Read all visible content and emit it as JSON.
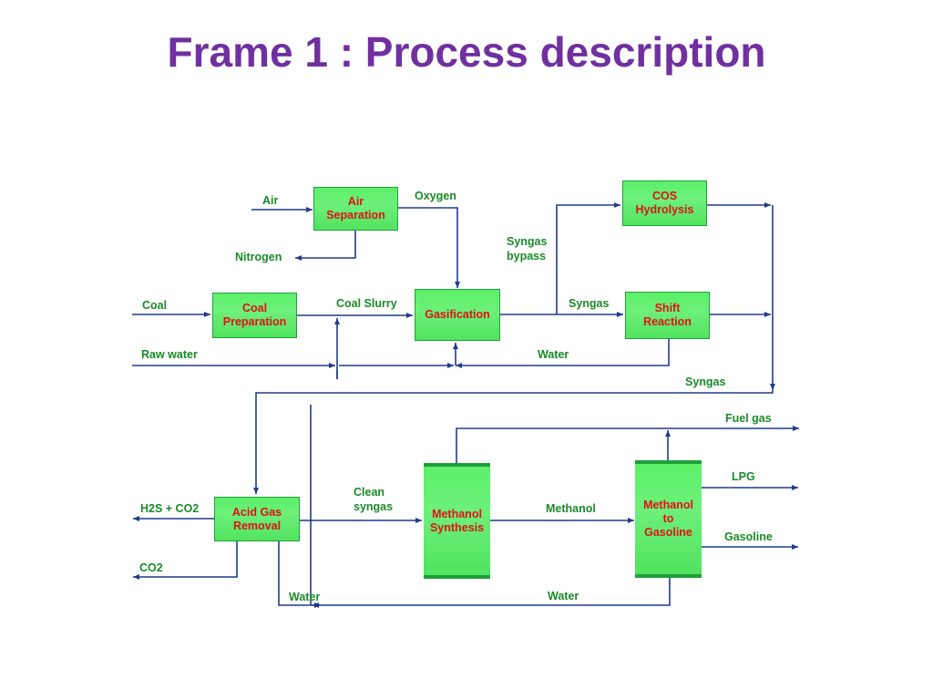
{
  "title": "Frame 1 : Process description",
  "colors": {
    "title": "#7030a0",
    "unit_fill": "#6df07a",
    "unit_text": "#e30f14",
    "stream_label": "#1a8a28",
    "flow_line": "#1f3c88"
  },
  "units": {
    "air_separation": "Air\nSeparation",
    "coal_preparation": "Coal\nPreparation",
    "gasification": "Gasification",
    "cos_hydrolysis": "COS\nHydrolysis",
    "shift_reaction": "Shift\nReaction",
    "acid_gas_removal": "Acid Gas\nRemoval",
    "methanol_synthesis": "Methanol\nSynthesis",
    "methanol_to_gasoline": "Methanol\nto\nGasoline"
  },
  "streams": {
    "air": "Air",
    "oxygen": "Oxygen",
    "nitrogen": "Nitrogen",
    "coal": "Coal",
    "coal_slurry": "Coal Slurry",
    "raw_water": "Raw water",
    "syngas_bypass": "Syngas\nbypass",
    "syngas_to_shift": "Syngas",
    "water_return": "Water",
    "syngas_combined": "Syngas",
    "fuel_gas": "Fuel gas",
    "lpg": "LPG",
    "gasoline": "Gasoline",
    "h2s_co2": "H2S + CO2",
    "co2": "CO2",
    "clean_syngas": "Clean\nsyngas",
    "methanol": "Methanol",
    "water_agr": "Water",
    "water_bottom": "Water"
  }
}
